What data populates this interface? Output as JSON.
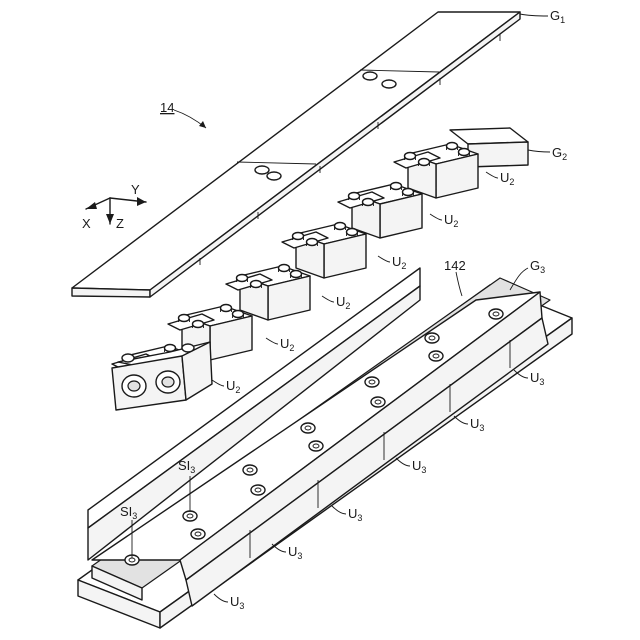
{
  "labels": {
    "g1": {
      "main": "G",
      "sub": "1"
    },
    "g2": {
      "main": "G",
      "sub": "2"
    },
    "g3": {
      "main": "G",
      "sub": "3"
    },
    "ref14": "14",
    "ref142": "142",
    "axis_x": "X",
    "axis_y": "Y",
    "axis_z": "Z",
    "u2": {
      "main": "U",
      "sub": "2"
    },
    "u3": {
      "main": "U",
      "sub": "3"
    },
    "si3": {
      "main": "SI",
      "sub": "3"
    }
  },
  "icons": {
    "bolt": "bolt-icon",
    "axis": "axis-triad-icon"
  },
  "colors": {
    "line": "#1a1a1a",
    "background": "#ffffff"
  }
}
